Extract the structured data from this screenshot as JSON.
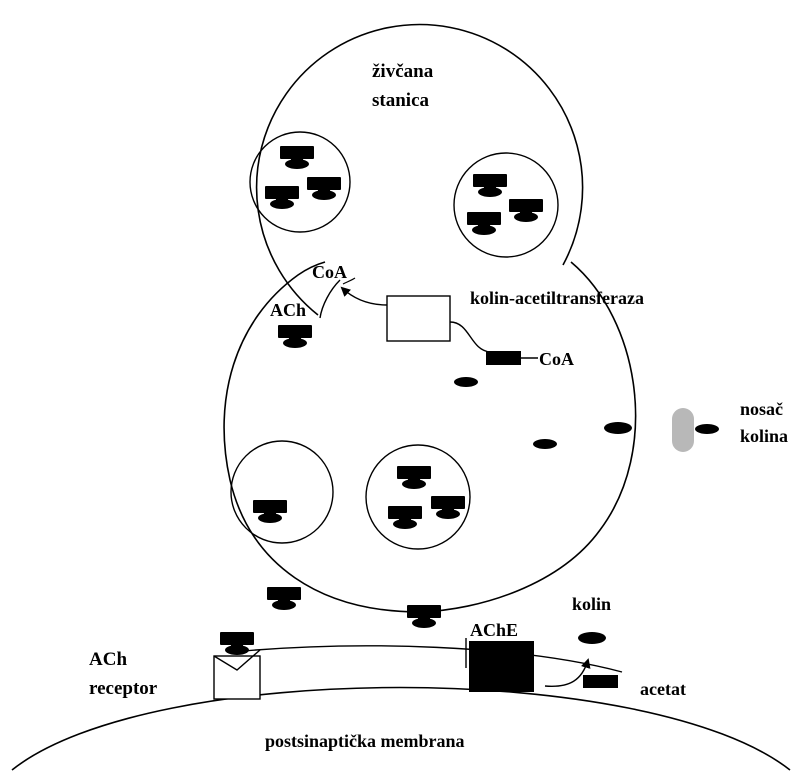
{
  "labels": {
    "neuron_line1": "živčana",
    "neuron_line2": "stanica",
    "coa_top": "CoA",
    "ach_top": "ACh",
    "enzyme": "kolin-acetiltransferaza",
    "coa_right": "CoA",
    "transporter_line1": "nosač",
    "transporter_line2": "kolina",
    "choline": "kolin",
    "ache": "AChE",
    "receptor_line1": "ACh",
    "receptor_line2": "receptor",
    "acetate": "acetat",
    "membrane": "postsinaptička membrana"
  },
  "colors": {
    "stroke": "#000000",
    "molecule": "#000000",
    "transporter": "#b8b8b8"
  }
}
